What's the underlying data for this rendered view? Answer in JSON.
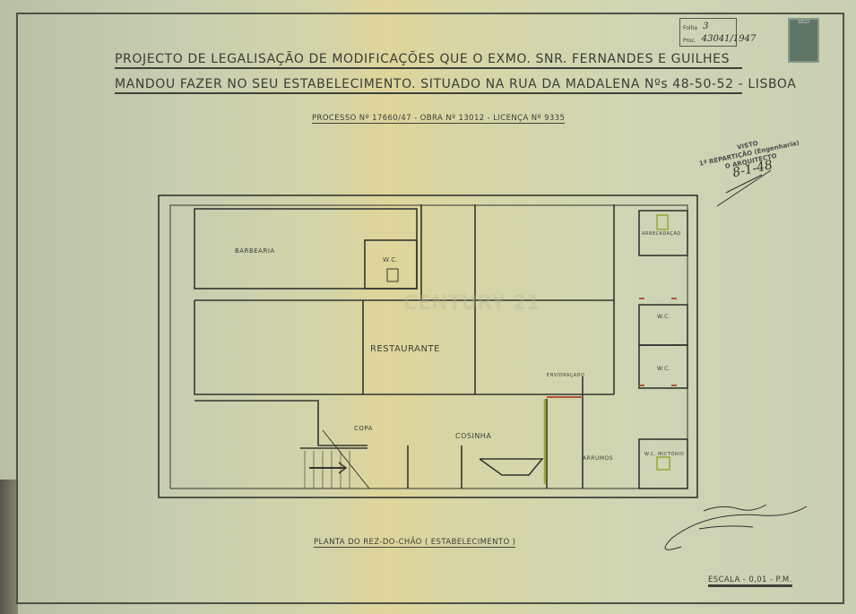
{
  "header": {
    "title_line1": "PROJECTO DE LEGALISAÇÃO DE MODIFICAÇÕES QUE O EXMO. SNR. FERNANDES E GUILHES",
    "title_line2": "MANDOU FAZER NO SEU ESTABELECIMENTO. SITUADO NA RUA DA MADALENA Nºs 48-50-52 - LISBOA",
    "process_line": "PROCESSO Nº 17660/47 - OBRA Nº 13012 - LICENÇA Nº 9335"
  },
  "folio_box": {
    "folio_label": "Folha",
    "folio_value": "3",
    "proc_label": "Proc.",
    "proc_value": "43041/1947"
  },
  "revenue_stamp": {
    "text": "SELO"
  },
  "approval_stamp": {
    "line1": "VISTO",
    "line2": "1ª REPARTIÇÃO (Engenharia)",
    "line3": "O ARQUITECTO",
    "date": "8-1-48"
  },
  "plan": {
    "rooms": {
      "barbearia": "BARBEARIA",
      "wc_small": "W.C.",
      "restaurante": "RESTAURANTE",
      "copa": "COPA",
      "cozinha": "COSINHA",
      "arrumos": "ARRUMOS",
      "envidracado": "ENVIDRAÇADO",
      "arrecadacao": "ARRECADAÇÃO",
      "wc_right1": "W.C.",
      "wc_right2": "W.C.",
      "wc_mictorio": "W.C. MICTÓRIO"
    },
    "watermark": "CENTURY 21"
  },
  "footer": {
    "caption": "PLANTA DO REZ-DO-CHÃO ( ESTABELECIMENTO )",
    "scale": "ESCALA - 0,01 - P.M."
  }
}
